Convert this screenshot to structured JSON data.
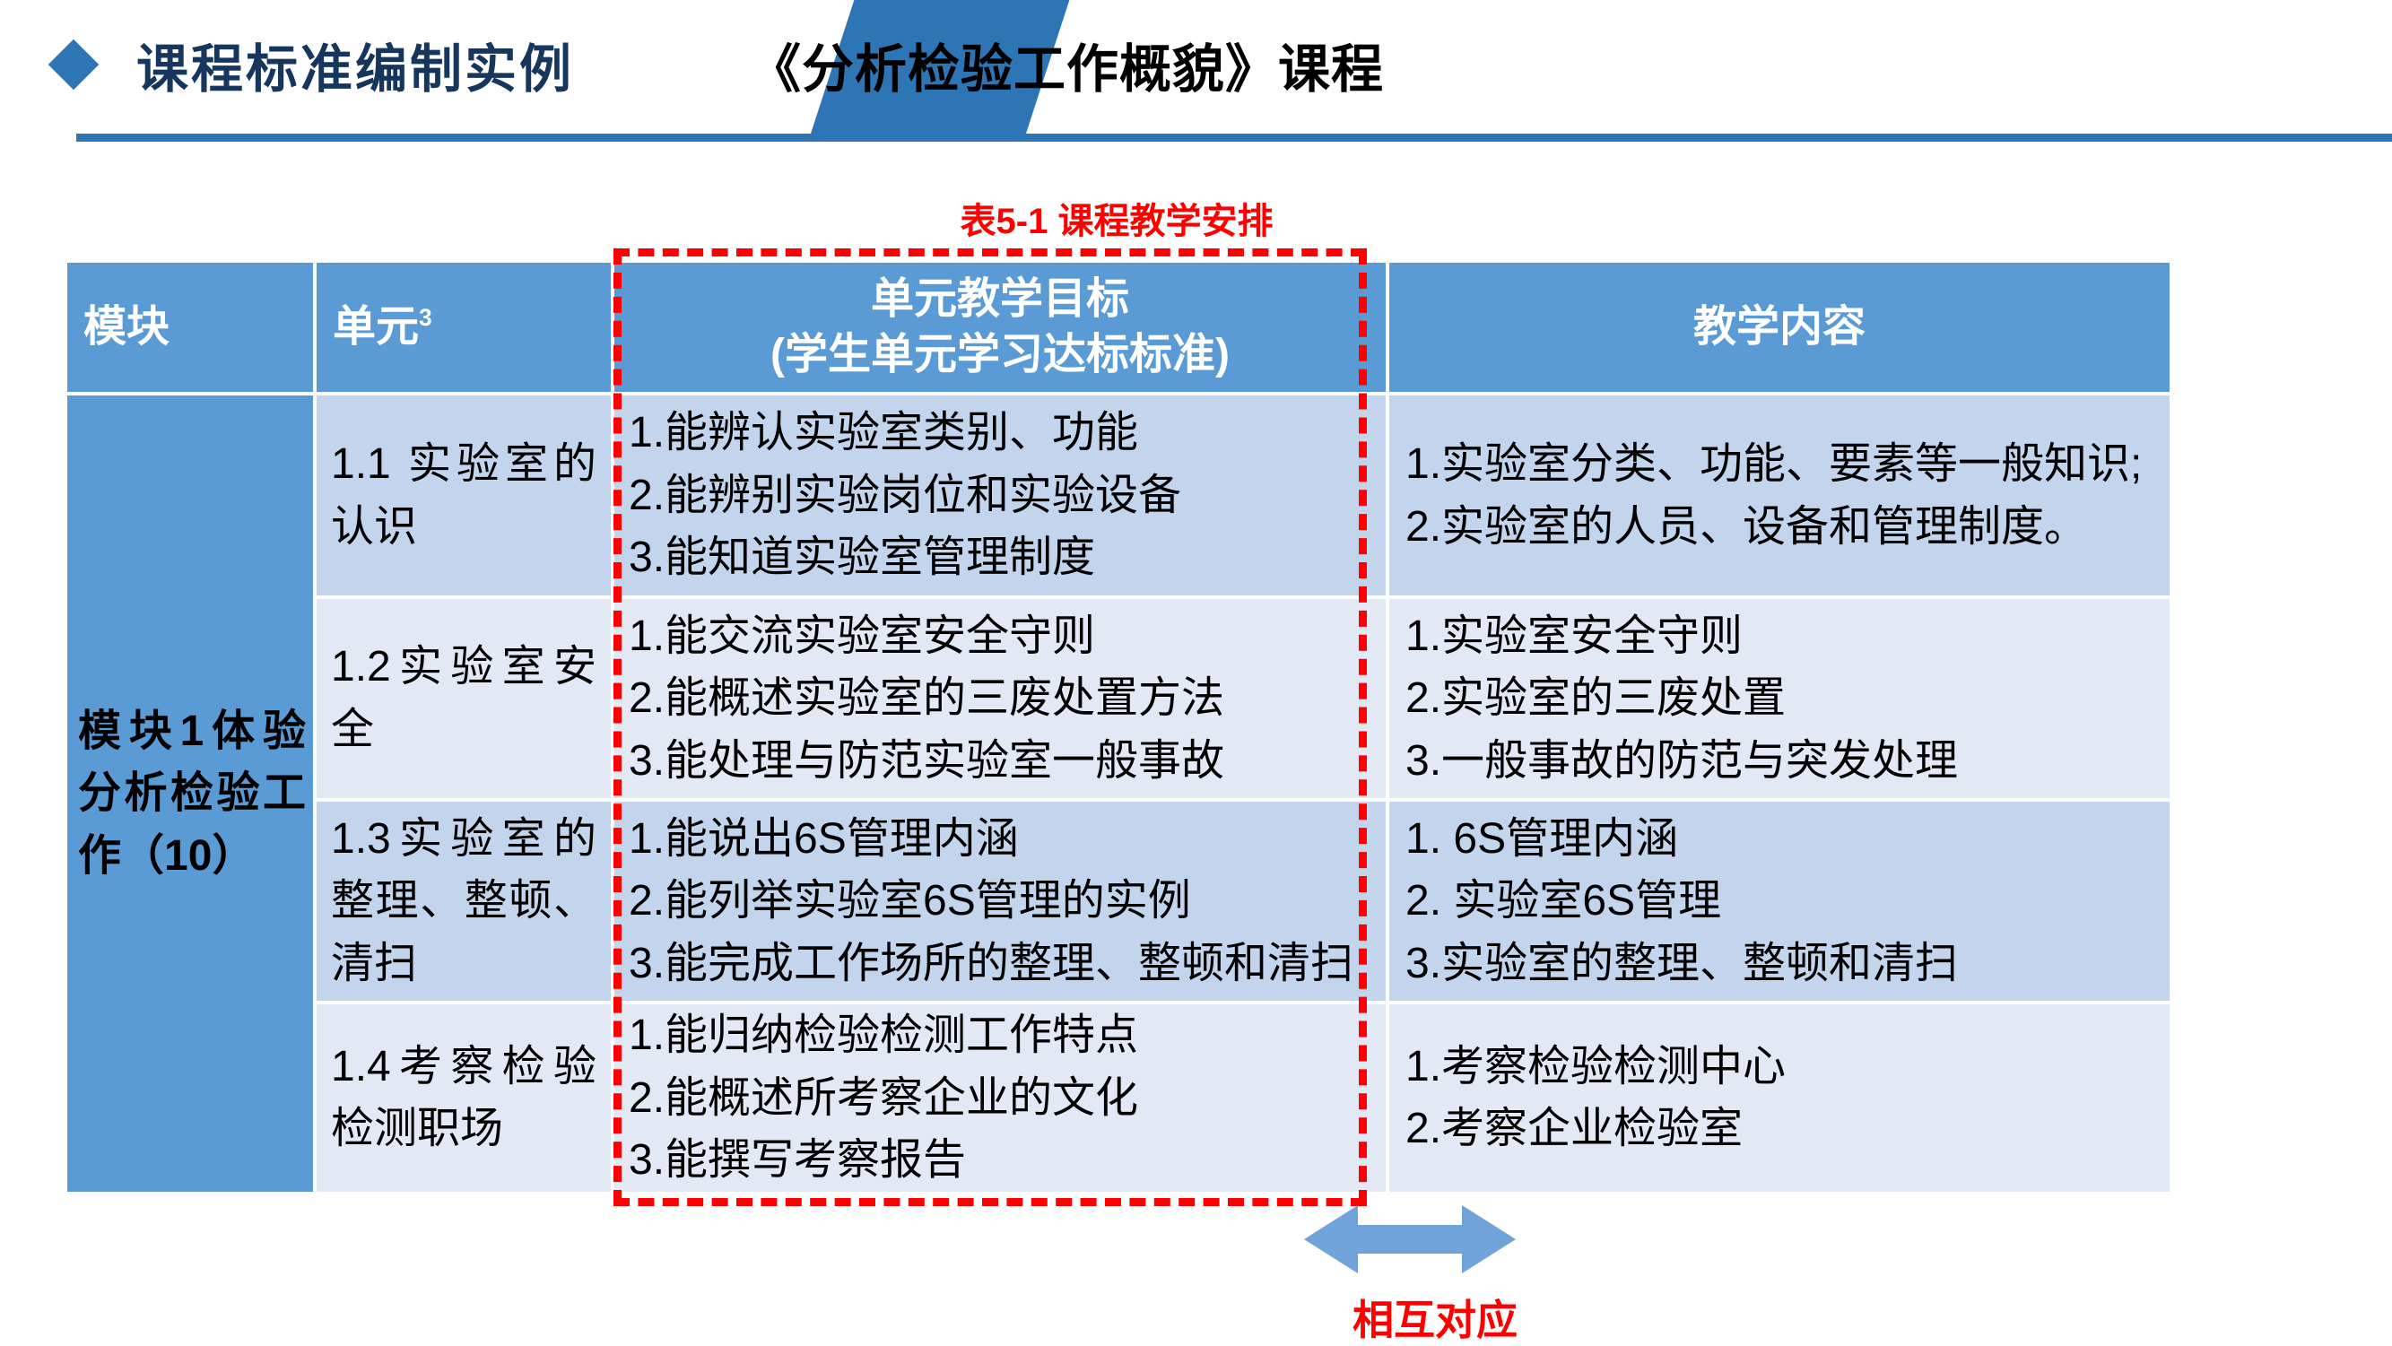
{
  "header": {
    "bullet_icon": "diamond",
    "title": "课程标准编制实例",
    "banner_title": "《分析检验工作概貌》课程"
  },
  "table_caption": "表5-1 课程教学安排",
  "table": {
    "col_headers": {
      "module": "模块",
      "unit": "单元",
      "unit_superscript": "3",
      "objectives_line1": "单元教学目标",
      "objectives_line2": "(学生单元学习达标标准)",
      "content": "教学内容"
    },
    "module_group": "模块1体验分析检验工作（10）",
    "rows": [
      {
        "unit": "1.1 实验室的认识",
        "objectives": "1.能辨认实验室类别、功能\n2.能辨别实验岗位和实验设备\n3.能知道实验室管理制度",
        "content": "1.实验室分类、功能、要素等一般知识;\n2.实验室的人员、设备和管理制度。"
      },
      {
        "unit": "1.2实验室安全",
        "objectives": "1.能交流实验室安全守则\n2.能概述实验室的三废处置方法\n3.能处理与防范实验室一般事故",
        "content": "1.实验室安全守则\n2.实验室的三废处置\n3.一般事故的防范与突发处理"
      },
      {
        "unit": "1.3实验室的整理、整顿、清扫",
        "objectives": "1.能说出6S管理内涵\n2.能列举实验室6S管理的实例\n3.能完成工作场所的整理、整顿和清扫",
        "content": "1. 6S管理内涵\n2. 实验室6S管理\n3.实验室的整理、整顿和清扫"
      },
      {
        "unit": "1.4考察检验检测职场",
        "objectives": "1.能归纳检验检测工作特点\n2.能概述所考察企业的文化\n3.能撰写考察报告",
        "content": "1.考察检验检测中心\n2.考察企业检验室"
      }
    ]
  },
  "annotation": {
    "arrow_icon": "left-right-arrow",
    "label": "相互对应"
  },
  "colors": {
    "header_blue": "#5B9BD5",
    "band_dark": "#C3D4ED",
    "band_light": "#E2E9F5",
    "banner_blue": "#2E75B6",
    "title_navy": "#16365D",
    "red": "#FF0000",
    "arrow_blue": "#71A3DB"
  }
}
